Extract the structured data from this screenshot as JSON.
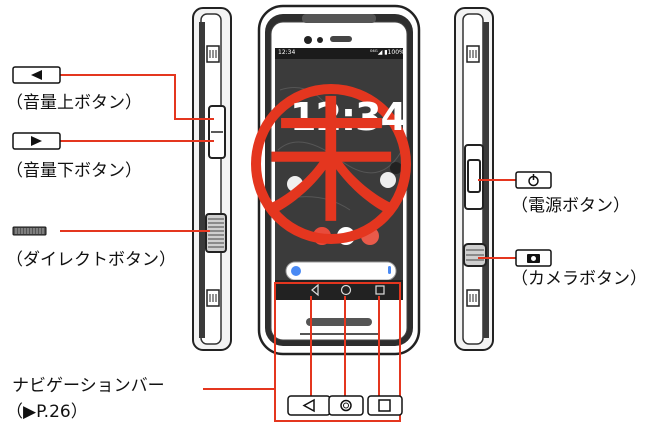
{
  "labels": {
    "vol_up": "（音量上ボタン）",
    "vol_down": "（音量下ボタン）",
    "direct": "（ダイレクトボタン）",
    "power": "（電源ボタン）",
    "camera": "（カメラボタン）",
    "navbar": "ナビゲーションバー",
    "navbar_ref": "（▶P.26）"
  },
  "phone_screen": {
    "status_time": "12:34",
    "status_right": "⁰⁴ᴳ◢ ▮100%",
    "clock_digits": "12:34"
  },
  "stamp": {
    "text": "未",
    "color": "#e4361f"
  },
  "colors": {
    "accent_line": "#e4361f",
    "phone_body": "#2b2b2b"
  },
  "icons": {
    "vol_up_key": "left-triangle-key-icon",
    "vol_down_key": "right-triangle-key-icon",
    "direct_key": "direct-key-icon",
    "power_key": "power-icon",
    "camera_key": "camera-icon",
    "nav_back": "back-triangle-icon",
    "nav_home": "home-circle-icon",
    "nav_recent": "recent-square-icon"
  }
}
